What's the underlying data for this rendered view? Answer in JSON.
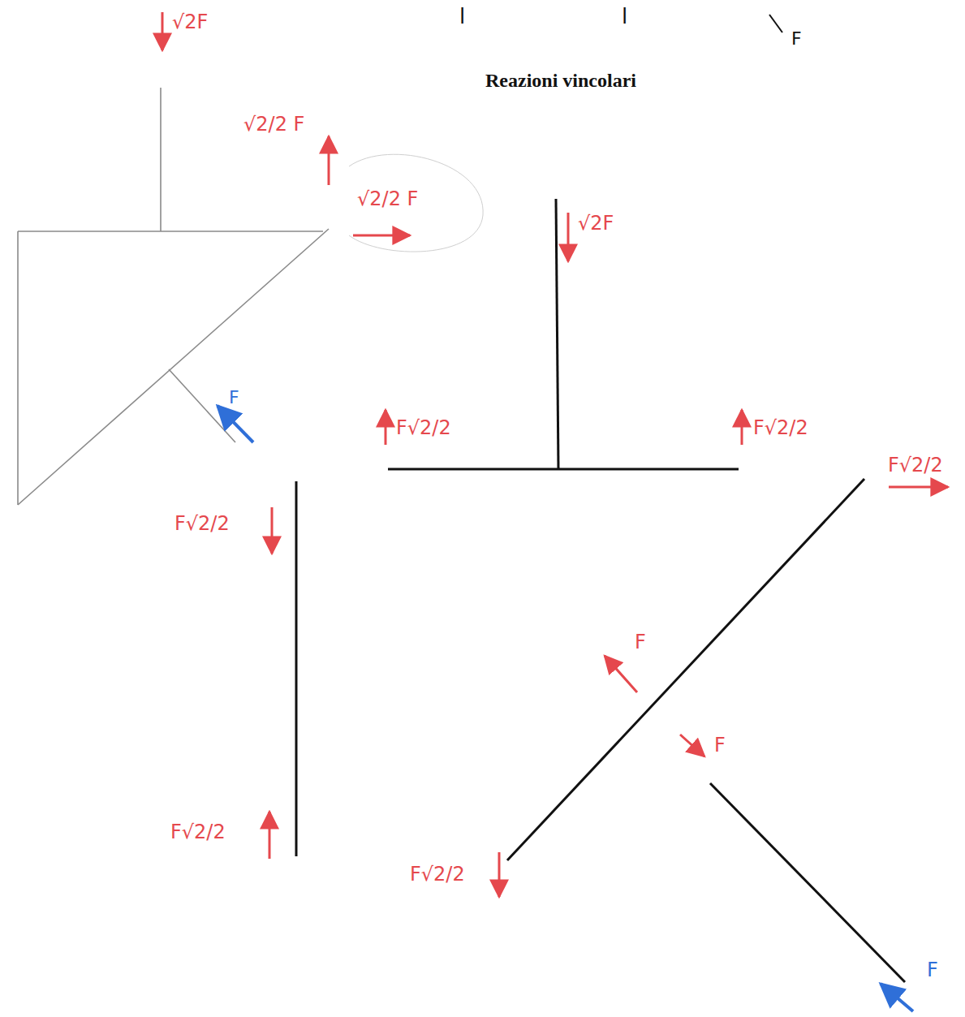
{
  "diagram": {
    "title": "Reazioni vincolari",
    "labels": [
      "l",
      "l",
      "F",
      "√2F",
      "√2/2 F",
      "√2/2 F",
      "F",
      "√2F",
      "F√2/2",
      "F√2/2",
      "F√2/2",
      "F√2/2",
      "F√2/2",
      "F",
      "F",
      "F√2/2",
      "F"
    ]
  }
}
